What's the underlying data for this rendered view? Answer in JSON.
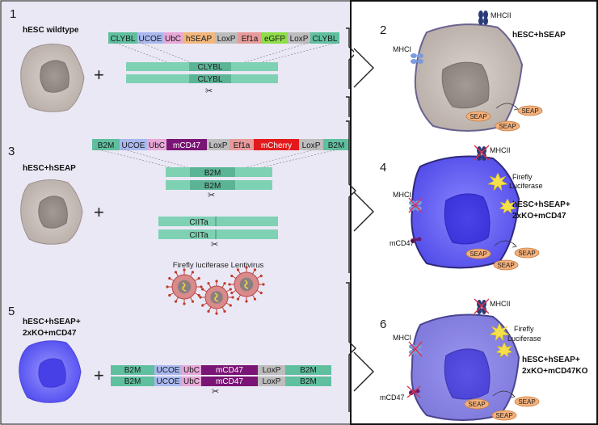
{
  "steps": {
    "s1": "1",
    "s2": "2",
    "s3": "3",
    "s4": "4",
    "s5": "5",
    "s6": "6"
  },
  "left": {
    "cell1_label": "hESC wildtype",
    "cell3_label": "hESC+hSEAP",
    "cell5_label_line1": "hESC+hSEAP+",
    "cell5_label_line2": "2xKO+mCD47",
    "plus": "+",
    "construct1": [
      {
        "text": "CLYBL",
        "color": "#5fbf9f"
      },
      {
        "text": "UCOE",
        "color": "#a9b8ee"
      },
      {
        "text": "UbC",
        "color": "#e7a8d8"
      },
      {
        "text": "hSEAP",
        "color": "#f2b77d"
      },
      {
        "text": "LoxP",
        "color": "#bdbdbd"
      },
      {
        "text": "Ef1a",
        "color": "#e79a9a"
      },
      {
        "text": "eGFP",
        "color": "#8fdc4a"
      },
      {
        "text": "LoxP",
        "color": "#bdbdbd"
      },
      {
        "text": "CLYBL",
        "color": "#5fbf9f"
      }
    ],
    "clybl_bar": "CLYBL",
    "construct2": [
      {
        "text": "B2M",
        "color": "#5fbf9f"
      },
      {
        "text": "UCOE",
        "color": "#a9b8ee"
      },
      {
        "text": "UbC",
        "color": "#e7a8d8"
      },
      {
        "text": "mCD47",
        "color": "#7a1575"
      },
      {
        "text": "LoxP",
        "color": "#bdbdbd"
      },
      {
        "text": "Ef1a",
        "color": "#e79a9a"
      },
      {
        "text": "mCherry",
        "color": "#e31a1c"
      },
      {
        "text": "LoxP",
        "color": "#bdbdbd"
      },
      {
        "text": "B2M",
        "color": "#5fbf9f"
      }
    ],
    "b2m_bar": "B2M",
    "ciita_bar": "CIITa",
    "virus_label": "Firefly luciferase Lentivirus",
    "construct3": [
      {
        "text": "B2M",
        "color": "#5fbf9f"
      },
      {
        "text": "UCOE",
        "color": "#a9b8ee"
      },
      {
        "text": "UbC",
        "color": "#e7a8d8"
      },
      {
        "text": "mCD47",
        "color": "#7a1575"
      },
      {
        "text": "LoxP",
        "color": "#bdbdbd"
      },
      {
        "text": "B2M",
        "color": "#5fbf9f"
      }
    ]
  },
  "right": {
    "cell2_title": "hESC+hSEAP",
    "cell4_title_line1": "hESC+hSEAP+",
    "cell4_title_line2": "2xKO+mCD47",
    "cell6_title_line1": "hESC+hSEAP+",
    "cell6_title_line2": "2xKO+mCD47KO",
    "mhcii": "MHCII",
    "mhci": "MHCI",
    "mcd47": "mCD47",
    "firefly_line1": "Firefly",
    "firefly_line2": "Luciferase",
    "firefly_line2_b": "Luciferase",
    "seap": "SEAP"
  },
  "colors": {
    "panel_bg": "#ebe8f5",
    "bar_green": "#7fd1b3",
    "cell_grey": "#c8bfba",
    "cell_blue": "#5a55f2",
    "cell_violet": "#8c86ea",
    "seap_orange": "#f4b07a",
    "mhc_blue": "#6c8fd6",
    "mcd47_purple": "#6b1a6b",
    "cross_red": "#e0304a",
    "luciferase_yellow": "#f5e04a"
  },
  "icons": [
    "scissors-icon",
    "virus-icon",
    "mhcii-icon",
    "mhci-icon",
    "mcd47-icon",
    "luciferase-icon",
    "bracket-arrow-icon"
  ]
}
